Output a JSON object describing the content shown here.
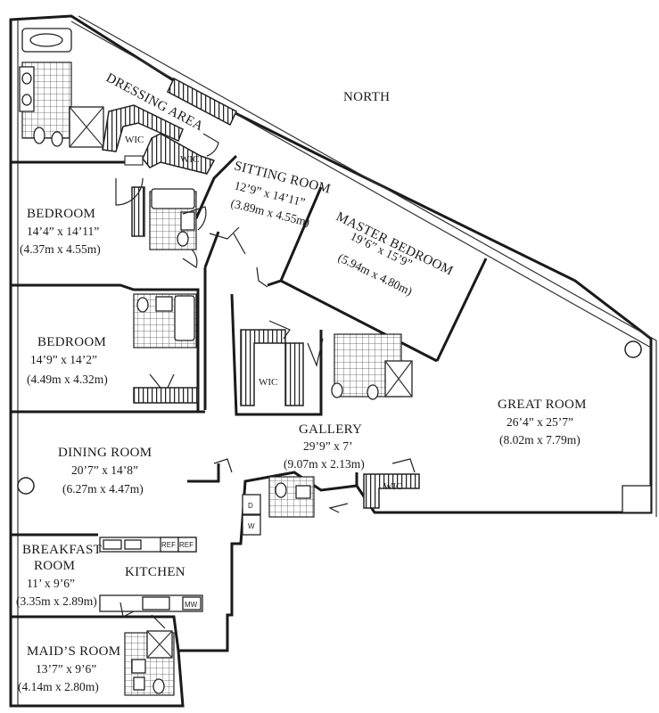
{
  "compass": "NORTH",
  "rooms": {
    "dressing_area": {
      "name": "DRESSING AREA"
    },
    "sitting_room": {
      "name": "SITTING ROOM",
      "dim_ft": "12’9” x 14’11”",
      "dim_m": "(3.89m x 4.55m)"
    },
    "master_bedroom": {
      "name": "MASTER BEDROOM",
      "dim_ft": "19’6” x 15’9”",
      "dim_m": "(5.94m x 4.80m)"
    },
    "bedroom_1": {
      "name": "BEDROOM",
      "dim_ft": "14’4” x 14’11”",
      "dim_m": "(4.37m x 4.55m)"
    },
    "bedroom_2": {
      "name": "BEDROOM",
      "dim_ft": "14’9” x 14’2”",
      "dim_m": "(4.49m x 4.32m)"
    },
    "great_room": {
      "name": "GREAT ROOM",
      "dim_ft": "26’4” x 25’7”",
      "dim_m": "(8.02m x 7.79m)"
    },
    "gallery": {
      "name": "GALLERY",
      "dim_ft": "29’9” x 7’",
      "dim_m": "(9.07m x 2.13m)"
    },
    "dining_room": {
      "name": "DINING ROOM",
      "dim_ft": "20’7” x 14’8”",
      "dim_m": "(6.27m x 4.47m)"
    },
    "breakfast_room": {
      "name_1": "BREAKFAST",
      "name_2": "ROOM",
      "dim_ft": "11’ x 9’6”",
      "dim_m": "(3.35m x 2.89m)"
    },
    "kitchen": {
      "name": "KITCHEN"
    },
    "maids_room": {
      "name": "MAID’S ROOM",
      "dim_ft": "13’7” x 9’6”",
      "dim_m": "(4.14m x 2.80m)"
    }
  },
  "closets": {
    "wic_1": "WIC",
    "wic_2": "WIC",
    "wic_3": "WIC",
    "wic_4": "WIC"
  },
  "appliances": {
    "ref_1": "REF",
    "ref_2": "REF",
    "mw": "MW",
    "dryer": "D",
    "washer": "W"
  }
}
